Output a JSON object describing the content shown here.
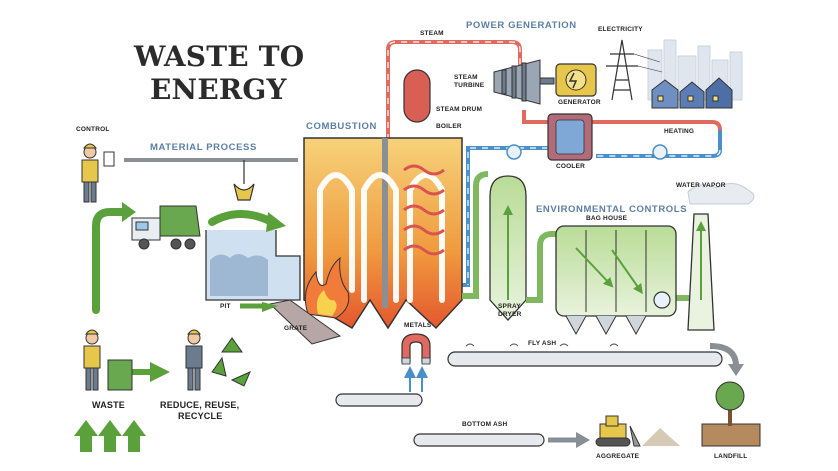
{
  "title": {
    "line1": "WASTE TO",
    "line2": "ENERGY"
  },
  "sections": {
    "material_process": "MATERIAL PROCESS",
    "combustion": "COMBUSTION",
    "power_generation": "POWER GENERATION",
    "environmental_controls": "ENVIRONMENTAL CONTROLS"
  },
  "labels": {
    "control": "CONTROL",
    "steam": "STEAM",
    "electricity": "ELECTRICITY",
    "steam_turbine_1": "STEAM",
    "steam_turbine_2": "TURBINE",
    "generator": "GENERATOR",
    "steam_drum": "STEAM DRUM",
    "boiler": "BOILER",
    "cooler": "COOLER",
    "heating": "HEATING",
    "water_vapor": "WATER VAPOR",
    "bag_house": "BAG HOUSE",
    "spray_dryer_1": "SPRAY",
    "spray_dryer_2": "DRYER",
    "fly_ash": "FLY ASH",
    "pit": "PIT",
    "grate": "GRATE",
    "metals": "METALS",
    "bottom_ash": "BOTTOM ASH",
    "aggregate": "AGGREGATE",
    "landfill": "LANDFILL",
    "waste": "WASTE",
    "reduce_1": "REDUCE, REUSE,",
    "reduce_2": "RECYCLE"
  },
  "colors": {
    "steam_red": "#e06a5f",
    "cool_blue": "#4a8fc7",
    "flow_green": "#5aa13c",
    "fire_orange": "#f2a03a",
    "gray_pipe": "#8a8f96"
  }
}
